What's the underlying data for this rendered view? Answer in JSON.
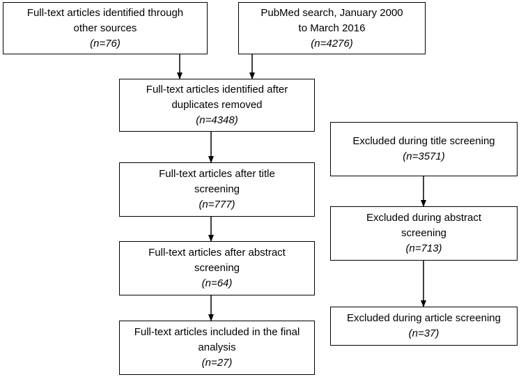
{
  "boxes": {
    "other_sources": {
      "label": "Full-text articles identified through other sources",
      "count": "(n=76)"
    },
    "pubmed": {
      "label": "PubMed search, January 2000 to March 2016",
      "count": "(n=4276)"
    },
    "duplicates_removed": {
      "label": "Full-text articles identified after duplicates removed",
      "count": "(n=4348)"
    },
    "after_title": {
      "label": "Full-text articles after title screening",
      "count": "(n=777)"
    },
    "after_abstract": {
      "label": "Full-text articles after abstract screening",
      "count": "(n=64)"
    },
    "final": {
      "label": "Full-text articles included in the final analysis",
      "count": "(n=27)"
    },
    "excluded_title": {
      "label": "Excluded during title screening",
      "count": "(n=3571)"
    },
    "excluded_abstract": {
      "label": "Excluded during abstract screening",
      "count": "(n=713)"
    },
    "excluded_article": {
      "label": "Excluded during article screening",
      "count": "(n=37)"
    }
  },
  "colors": {
    "line": "#000000",
    "background": "#ffffff",
    "text": "#000000"
  }
}
